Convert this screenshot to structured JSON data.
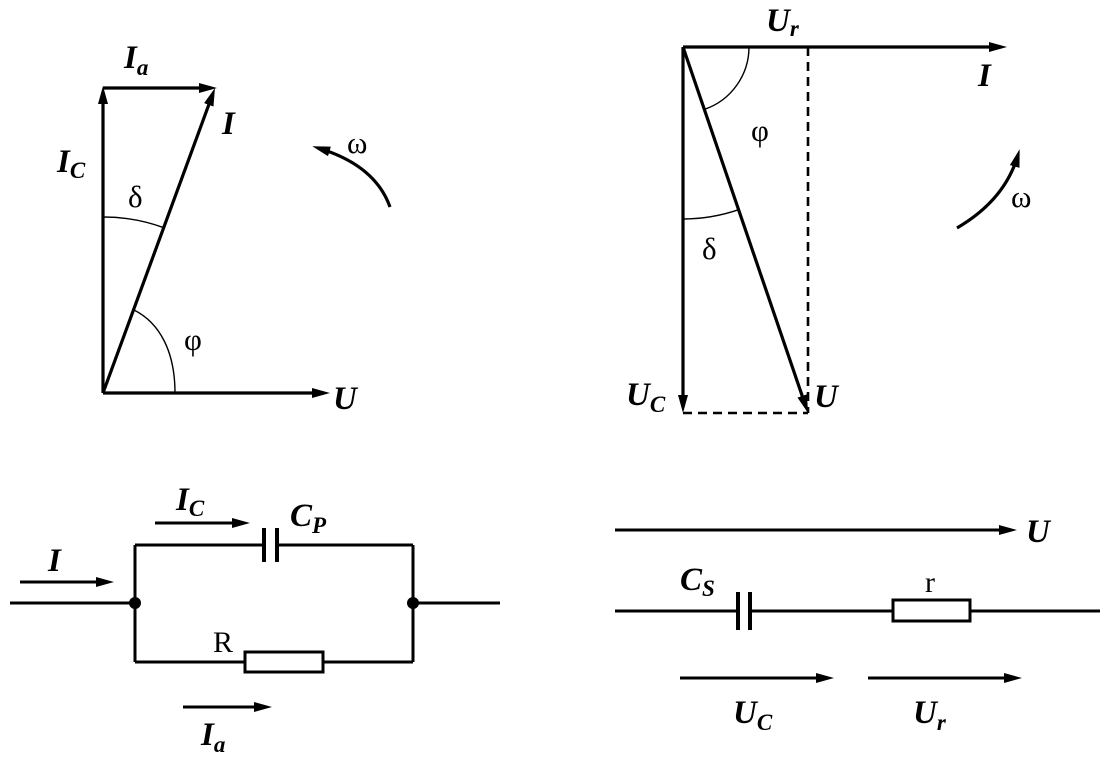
{
  "left_phasor": {
    "I_C": {
      "main": "I",
      "sub": "C"
    },
    "I_a": {
      "main": "I",
      "sub": "a"
    },
    "I": "I",
    "U": "U",
    "delta": "δ",
    "phi": "φ",
    "omega": "ω"
  },
  "right_phasor": {
    "U_r": {
      "main": "U",
      "sub": "r"
    },
    "I": "I",
    "phi": "φ",
    "delta": "δ",
    "omega": "ω",
    "U_C": {
      "main": "U",
      "sub": "C"
    },
    "U": "U"
  },
  "parallel_circuit": {
    "I_C": {
      "main": "I",
      "sub": "C"
    },
    "C_P": {
      "main": "C",
      "sub": "P"
    },
    "I": "I",
    "R": "R",
    "I_a": {
      "main": "I",
      "sub": "a"
    }
  },
  "series_circuit": {
    "U": "U",
    "C_S": {
      "main": "C",
      "sub": "S"
    },
    "r": "r",
    "U_C": {
      "main": "U",
      "sub": "C"
    },
    "U_r": {
      "main": "U",
      "sub": "r"
    }
  },
  "colors": {
    "ink": "#000000",
    "background": "#ffffff"
  }
}
